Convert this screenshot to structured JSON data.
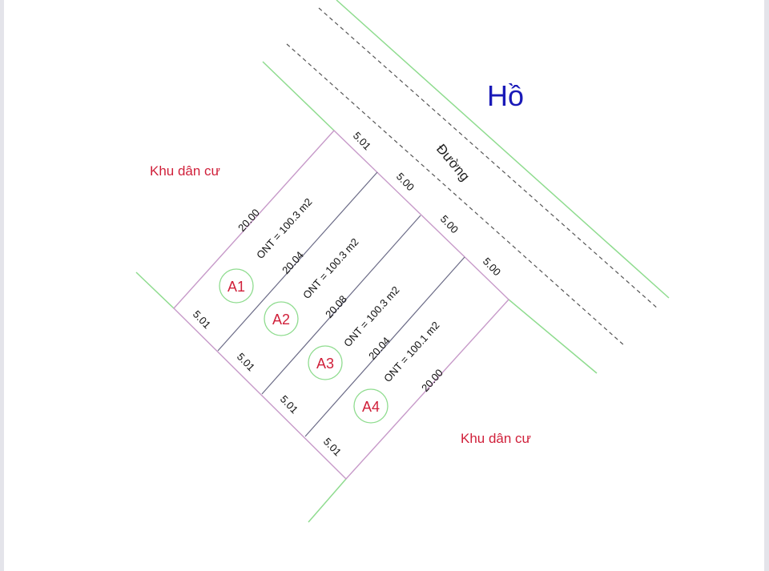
{
  "labels": {
    "lake": "Hồ",
    "road": "Đường",
    "residential_top_left": "Khu dân cư",
    "residential_bottom_right": "Khu dân cư"
  },
  "colors": {
    "lake_text": "#1a1ab8",
    "residential_text": "#d0203a",
    "plot_id_text": "#d0203a",
    "plot_boundary": "#c79ac9",
    "divider": "#6a6a86",
    "green_line": "#8fdc8f",
    "dashed_line": "#555555",
    "dimension_text": "#111111"
  },
  "front_dimensions": [
    "5.01",
    "5.00",
    "5.00",
    "5.00"
  ],
  "back_dimensions": [
    "5.01",
    "5.01",
    "5.01",
    "5.01"
  ],
  "plots": [
    {
      "id": "A1",
      "area": "ONT = 100.3 m2",
      "side_length": "20.00"
    },
    {
      "id": "A2",
      "area": "ONT = 100.3 m2",
      "side_length": "20.04"
    },
    {
      "id": "A3",
      "area": "ONT = 100.3 m2",
      "side_length": "20.08"
    },
    {
      "id": "A4",
      "area": "ONT = 100.1 m2",
      "side_length": "20.04"
    }
  ],
  "last_side_length": "20.00"
}
